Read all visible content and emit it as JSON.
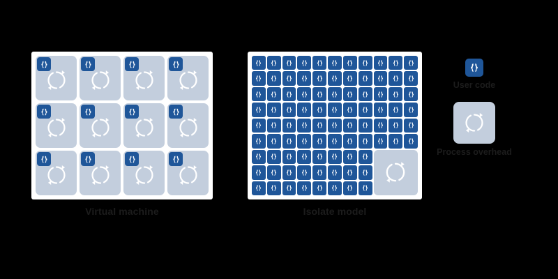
{
  "diagram": {
    "background_color": "#000000",
    "panel_background": "#ffffff",
    "accent_code_color": "#1f5699",
    "overhead_tile_color": "#c3cedd",
    "swirl_icon_color": "#ffffff"
  },
  "panels": [
    {
      "id": "virtual-machine",
      "caption": "Virtual machine",
      "columns": 4,
      "rows": 3,
      "tile_count": 12,
      "tile_contents": [
        "code-badge-icon",
        "process-overhead-icon"
      ]
    },
    {
      "id": "isolate-model",
      "caption": "Isolate model",
      "columns": 11,
      "rows": 9,
      "code_cell_count": 90,
      "overhead_span_columns": 3,
      "overhead_span_rows": 3
    }
  ],
  "legend": {
    "items": [
      {
        "icon": "code-badge-icon",
        "label": "User code"
      },
      {
        "icon": "process-overhead-icon",
        "label": "Process overhead"
      }
    ]
  }
}
